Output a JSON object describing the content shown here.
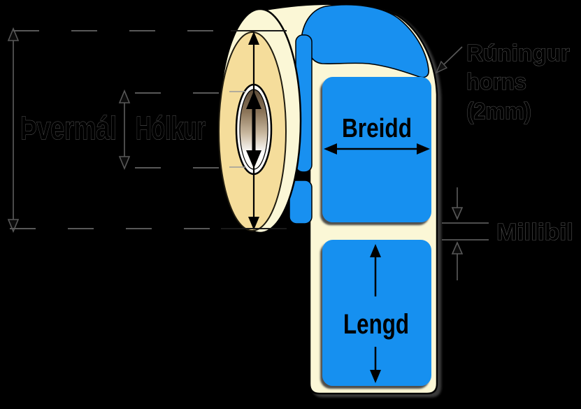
{
  "diagram": {
    "type": "label-roll-dimension-diagram",
    "annotations": {
      "diameter": "Þvermál",
      "core": "Hólkur",
      "width": "Breidd",
      "length": "Lengd",
      "gap": "Millibil",
      "corner_rounding": "Rúningur horns (2mm)",
      "corner_rounding_lines": [
        "Rúningur",
        "horns",
        "(2mm)"
      ]
    },
    "colors": {
      "background": "#000000",
      "label_blue": "#1890F0",
      "liner_cream": "#FBF7D6",
      "roll_face_tan": "#F5DD9B",
      "core_dark": "#63523E",
      "outline_black": "#000000",
      "annotation_gray": "#585858"
    }
  }
}
